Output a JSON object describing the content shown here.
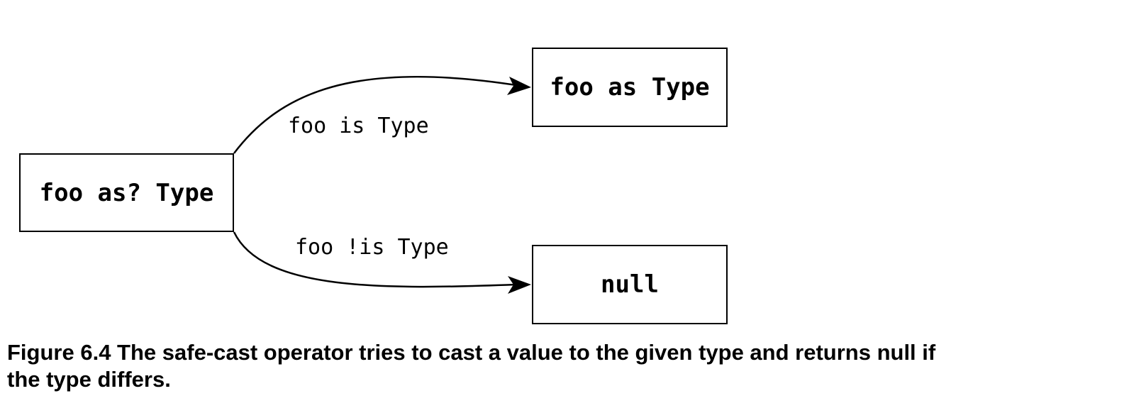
{
  "diagram": {
    "nodes": {
      "source": "foo as? Type",
      "cast": "foo as Type",
      "null": "null"
    },
    "edges": {
      "is": "foo is Type",
      "not_is": "foo !is Type"
    }
  },
  "caption": {
    "line1": "Figure 6.4 The safe-cast operator tries to cast a value to the given type and returns null if",
    "line2": "the type differs."
  }
}
